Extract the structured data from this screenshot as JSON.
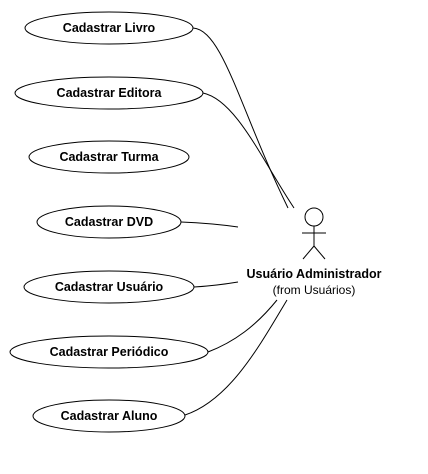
{
  "use_cases": [
    {
      "label": "Cadastrar Livro",
      "connected": true
    },
    {
      "label": "Cadastrar Editora",
      "connected": true
    },
    {
      "label": "Cadastrar Turma",
      "connected": false
    },
    {
      "label": "Cadastrar DVD",
      "connected": true
    },
    {
      "label": "Cadastrar Usuário",
      "connected": true
    },
    {
      "label": "Cadastrar Periódico",
      "connected": true
    },
    {
      "label": "Cadastrar Aluno",
      "connected": true
    }
  ],
  "actor": {
    "name": "Usuário Administrador",
    "from": "(from Usuários)"
  },
  "colors": {
    "line": "#000000",
    "fill": "#ffffff",
    "background": "#ffffff"
  }
}
